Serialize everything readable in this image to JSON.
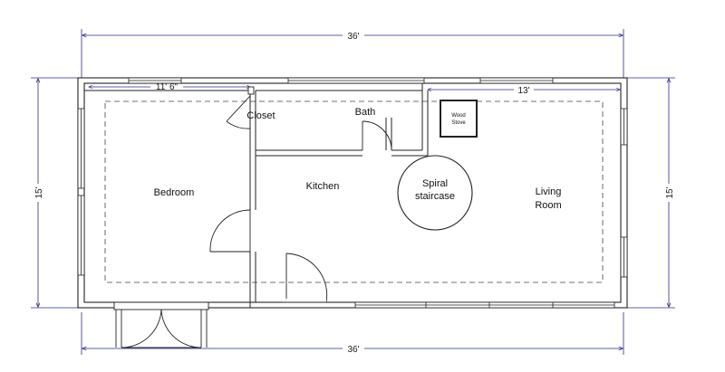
{
  "dimensions": {
    "top_overall": "36'",
    "bottom_overall": "36'",
    "left_height": "15'",
    "right_height": "15'",
    "bedroom_width": "11' 6\"",
    "living_width": "13'"
  },
  "rooms": {
    "bedroom": "Bedroom",
    "closet": "Closet",
    "bath": "Bath",
    "kitchen": "Kitchen",
    "spiral_line1": "Spiral",
    "spiral_line2": "staircase",
    "living_line1": "Living",
    "living_line2": "Room",
    "stove_line1": "Wood",
    "stove_line2": "Stove"
  },
  "colors": {
    "dimension_line": "#2a2a8a",
    "wall": "#222222",
    "background": "#ffffff"
  }
}
